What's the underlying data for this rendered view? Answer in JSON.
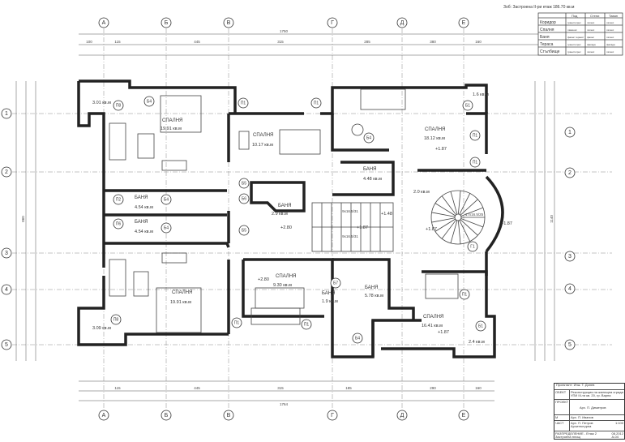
{
  "header_note": "Зоб: Застроена II-ри етаж 186.70 кв.м",
  "finish_table": {
    "columns": [
      "Под",
      "Стени",
      "Таван"
    ],
    "rows": [
      {
        "name": "Коридор",
        "cells": [
          "гранитогрес",
          "латекс",
          "латекс"
        ]
      },
      {
        "name": "Спалня",
        "cells": [
          "ламинат",
          "латекс",
          "латекс"
        ]
      },
      {
        "name": "Баня",
        "cells": [
          "фаянс теракот",
          "фаянс",
          "латекс"
        ]
      },
      {
        "name": "Тераса",
        "cells": [
          "гранитогрес",
          "фасада",
          "фасада"
        ]
      },
      {
        "name": "Стълбище",
        "cells": [
          "гранитогрес",
          "латекс",
          "латекс"
        ]
      }
    ]
  },
  "axes": {
    "letters": [
      "А",
      "Б",
      "В",
      "Г",
      "Д",
      "Е"
    ],
    "numbers": [
      "1",
      "2",
      "3",
      "4",
      "5"
    ]
  },
  "dimensions": {
    "top_total": "1750",
    "top_row": [
      "100",
      "115",
      "445",
      "315",
      "285",
      "380",
      "160"
    ],
    "bottom_row": [
      "115",
      "445",
      "315",
      "185",
      "290",
      "160"
    ],
    "bottom_total": "1764",
    "left_total": "860",
    "right_total": "1140"
  },
  "rooms": [
    {
      "name": "СПАЛНЯ",
      "area": "19.91 кв.м"
    },
    {
      "name": "СПАЛНЯ",
      "area": "10.17 кв.м"
    },
    {
      "name": "СПАЛНЯ",
      "area": "18.12 кв.м"
    },
    {
      "name": "БАНЯ",
      "area": "4.54 кв.м"
    },
    {
      "name": "БАНЯ",
      "area": "4.54 кв.м"
    },
    {
      "name": "БАНЯ",
      "area": "2.9 кв.м"
    },
    {
      "name": "БАНЯ",
      "area": "4.48 кв.м"
    },
    {
      "name": "СПАЛНЯ",
      "area": "19.91 кв.м"
    },
    {
      "name": "СПАЛНЯ",
      "area": "9.30 кв.м"
    },
    {
      "name": "БАНЯ",
      "area": "1.9 кв.м"
    },
    {
      "name": "БАНЯ",
      "area": "5.78 кв.м"
    },
    {
      "name": "СПАЛНЯ",
      "area": "16.41 кв.м"
    }
  ],
  "terraces": [
    "3.01 кв.м",
    "1.6 кв.м",
    "3.09 кв.м",
    "2.4 кв.м",
    "2.0 кв.м"
  ],
  "levels": [
    "+2.80",
    "+2.80",
    "+1.87",
    "+1.87",
    "+1.87",
    "+1.48",
    "+1.87",
    "+1.87"
  ],
  "stairs": [
    "9x16.5/31",
    "9x16.5/31",
    "17x16.5/25"
  ],
  "door_tags": [
    "Б4",
    "Б4",
    "Б4",
    "Б5",
    "Б5",
    "Б6",
    "Б7",
    "Б1",
    "Б1",
    "Б4",
    "Б4",
    "Г1"
  ],
  "window_tags": [
    "П8",
    "П1",
    "П1",
    "П2",
    "П6",
    "П8",
    "П1",
    "П1",
    "П1",
    "П1",
    "П1"
  ],
  "title_block": {
    "designer": "Проектант: Инж. Т. Донев",
    "object_label": "ОБЕКТ",
    "object": "Реконструкция на жилищна сграда",
    "object_line2": "УПИ III-ти кв. 20, гр. Варна",
    "part_label": "ПРОЕКТ",
    "part": "Арх. П. Димитров",
    "scale_label": "М",
    "scale": "1:100",
    "sheet_label": "ЧАСТ",
    "sheet": "Арх. П. Иванов",
    "sheet2": "Арх. П. Петров",
    "sheet3": "Архитектурна",
    "drawing": "РАЗПРЕДЕЛЕНИЕ - Етаж 2",
    "drawing2": "Застроена площ",
    "date": "08.2012",
    "num": "А-04"
  }
}
